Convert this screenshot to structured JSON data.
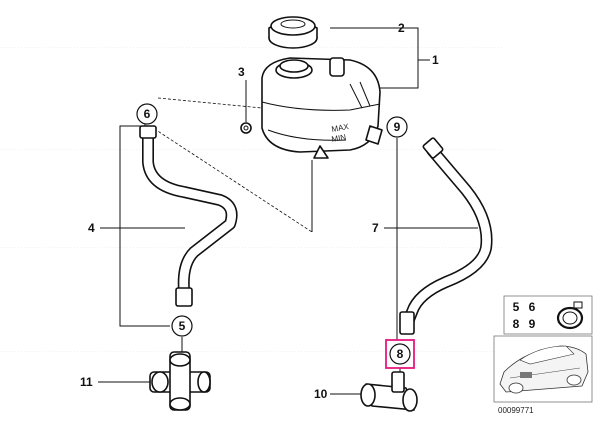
{
  "part_labels": {
    "p1": "1",
    "p2": "2",
    "p3": "3",
    "p4": "4",
    "p7": "7",
    "p10": "10",
    "p11": "11"
  },
  "circled_labels": {
    "c5": "5",
    "c6": "6",
    "c8": "8",
    "c9": "9"
  },
  "highlight_color": "#e8177f",
  "reservoir_text": {
    "max": "MAX",
    "min": "MIN"
  },
  "inset": {
    "grid": [
      "5",
      "6",
      "8",
      "9"
    ],
    "image_number": "00099771"
  }
}
